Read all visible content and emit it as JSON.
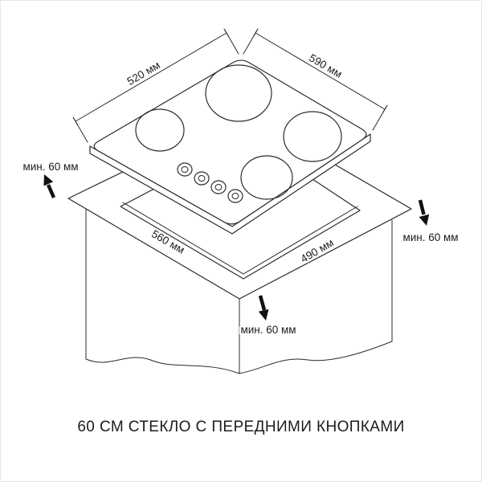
{
  "page": {
    "caption": "60 СМ СТЕКЛО С ПЕРЕДНИМИ КНОПКАМИ",
    "background_color": "#ffffff",
    "line_color": "#2b2b2b"
  },
  "dimensions": {
    "hob_edge_left": "520 мм",
    "hob_edge_right": "590 мм",
    "cutout_edge_left": "560 мм",
    "cutout_edge_right": "490 мм"
  },
  "clearances": {
    "left": "мин. 60 мм",
    "right": "мин. 60 мм",
    "bottom": "мин. 60 мм"
  }
}
